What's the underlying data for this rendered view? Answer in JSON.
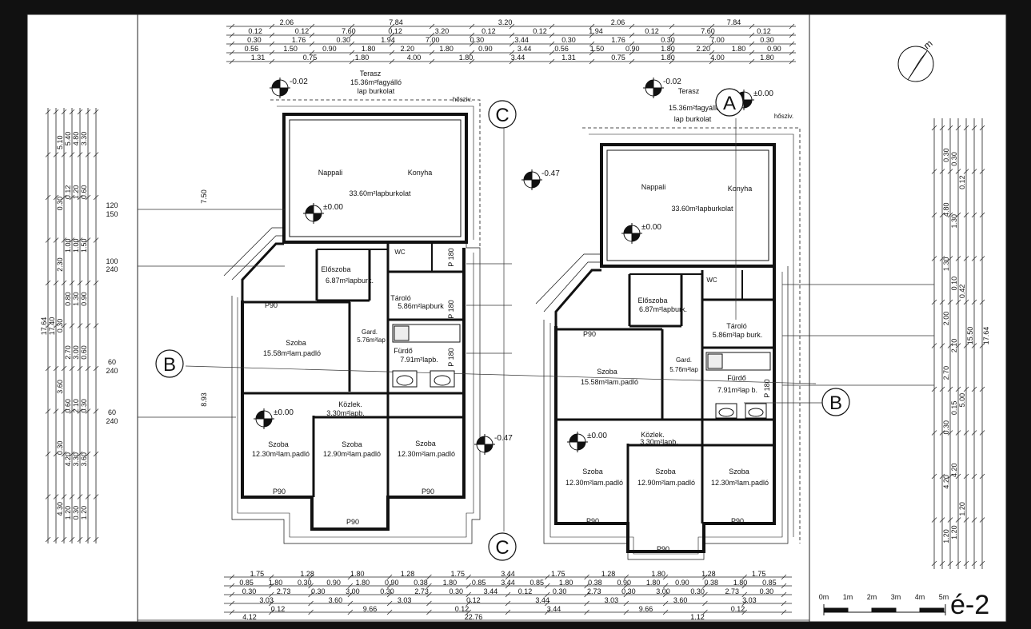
{
  "sheet": {
    "code": "é-2"
  },
  "compass": {
    "letter": "m"
  },
  "scale": [
    "0m",
    "1m",
    "2m",
    "3m",
    "4m",
    "5m"
  ],
  "units": [
    {
      "id": "left",
      "rooms": [
        {
          "key": "terasz_name",
          "text": "Terasz"
        },
        {
          "key": "terasz_area",
          "text": "15.36m²fagyálló"
        },
        {
          "key": "terasz_mat",
          "text": "lap burkolat"
        },
        {
          "key": "nappali",
          "text": "Nappali"
        },
        {
          "key": "konyha",
          "text": "Konyha"
        },
        {
          "key": "nappali_area",
          "text": "33.60m²lapburkolat"
        },
        {
          "key": "eloszoba",
          "text": "Előszoba"
        },
        {
          "key": "eloszoba_area",
          "text": "6.87m²lapburk."
        },
        {
          "key": "wc",
          "text": "WC"
        },
        {
          "key": "taro",
          "text": "Tároló"
        },
        {
          "key": "taro_area",
          "text": "5.86m²lapburk"
        },
        {
          "key": "furdo",
          "text": "Fürdő"
        },
        {
          "key": "furdo_area",
          "text": "7.91m²lapb."
        },
        {
          "key": "gard",
          "text": "Gard."
        },
        {
          "key": "gard_area",
          "text": "5.76m²lap"
        },
        {
          "key": "szoba1",
          "text": "Szoba"
        },
        {
          "key": "szoba1_area",
          "text": "15.58m²lam.padló"
        },
        {
          "key": "kozlek",
          "text": "Közlek."
        },
        {
          "key": "kozlek_area",
          "text": "3.30m²lapb."
        },
        {
          "key": "szoba2",
          "text": "Szoba"
        },
        {
          "key": "szoba2_area",
          "text": "12.30m²lam.padló"
        },
        {
          "key": "szoba3",
          "text": "Szoba"
        },
        {
          "key": "szoba3_area",
          "text": "12.90m²lam.padló"
        },
        {
          "key": "szoba4",
          "text": "Szoba"
        },
        {
          "key": "szoba4_area",
          "text": "12.30m²lam.padló"
        },
        {
          "key": "hoszig",
          "text": "hősziv."
        }
      ],
      "levels": [
        "-0.02",
        "±0.00",
        "±0.00"
      ]
    },
    {
      "id": "right",
      "rooms": [
        {
          "key": "terasz_name",
          "text": "Terasz"
        },
        {
          "key": "terasz_area",
          "text": "15.36m²fagyálló"
        },
        {
          "key": "terasz_mat",
          "text": "lap burkolat"
        },
        {
          "key": "nappali",
          "text": "Nappali"
        },
        {
          "key": "konyha",
          "text": "Konyha"
        },
        {
          "key": "nappali_area",
          "text": "33.60m²lapburkolat"
        },
        {
          "key": "eloszoba",
          "text": "Előszoba"
        },
        {
          "key": "eloszoba_area",
          "text": "6.87m²lapburk."
        },
        {
          "key": "wc",
          "text": "WC"
        },
        {
          "key": "taro",
          "text": "Tároló"
        },
        {
          "key": "taro_area",
          "text": "5.86m²lap burk."
        },
        {
          "key": "furdo",
          "text": "Fürdő"
        },
        {
          "key": "furdo_area",
          "text": "7.91m²lap b."
        },
        {
          "key": "gard",
          "text": "Gard."
        },
        {
          "key": "gard_area",
          "text": "5.76m²lap"
        },
        {
          "key": "szoba1",
          "text": "Szoba"
        },
        {
          "key": "szoba1_area",
          "text": "15.58m²lam.padló"
        },
        {
          "key": "kozlek",
          "text": "Közlek."
        },
        {
          "key": "kozlek_area",
          "text": "3.30m²lapb."
        },
        {
          "key": "szoba2",
          "text": "Szoba"
        },
        {
          "key": "szoba2_area",
          "text": "12.30m²lam.padló"
        },
        {
          "key": "szoba3",
          "text": "Szoba"
        },
        {
          "key": "szoba3_area",
          "text": "12.90m²lam.padló"
        },
        {
          "key": "szoba4",
          "text": "Szoba"
        },
        {
          "key": "szoba4_area",
          "text": "12.30m²lam.padló"
        },
        {
          "key": "hoszig",
          "text": "hősziv."
        }
      ],
      "levels": [
        "-0.02",
        "±0.00",
        "±0.00",
        "±0.00"
      ]
    }
  ],
  "site_levels": [
    "-0.47",
    "-0.47"
  ],
  "section_marks": [
    "A",
    "B",
    "B",
    "C",
    "C"
  ],
  "top_dims": {
    "row1_left": [
      "2.06",
      "7.84",
      "3.20"
    ],
    "row1_right": [
      "2.06",
      "7.84"
    ],
    "row2_left": [
      "0.12",
      "0.12",
      "7.60",
      "0.12",
      "3.20",
      "0.12"
    ],
    "row2_right": [
      "0.12",
      "1.94",
      "0.12",
      "7.60",
      "0.12"
    ],
    "row3_left": [
      "0.30",
      "1.76",
      "0.30",
      "1.94",
      "7.00",
      "0.30",
      "3.44"
    ],
    "row3_right": [
      "0.30",
      "1.76",
      "0.30",
      "7.00",
      "0.30"
    ],
    "row4_left": [
      "0.56",
      "1.50",
      "0.90",
      "1.80",
      "2.20",
      "1.80",
      "0.90",
      "3.44"
    ],
    "row4_right": [
      "0.56",
      "1.50",
      "0.90",
      "1.80",
      "2.20",
      "1.80",
      "0.90"
    ],
    "row5_left": [
      "1.31",
      "0.75",
      "1.80",
      "4.00",
      "1.80",
      "3.44"
    ],
    "row5_right": [
      "1.31",
      "0.75",
      "1.80",
      "4.00",
      "1.80"
    ]
  },
  "bottom_dims": {
    "row1": [
      "1.75",
      "1.28",
      "1.80",
      "1.28",
      "1.75",
      "3.44",
      "1.75",
      "1.28",
      "1.80",
      "1.28",
      "1.75"
    ],
    "row2": [
      "0.85",
      "1.80",
      "0.30",
      "0.90",
      "1.80",
      "0.90",
      "0.38",
      "1.80",
      "0.85",
      "3.44",
      "0.85",
      "1.80",
      "0.38",
      "0.90",
      "1.80",
      "0.90",
      "0.38",
      "1.80",
      "0.85"
    ],
    "row3": [
      "0.30",
      "2.73",
      "0.30",
      "3.00",
      "0.30",
      "2.73",
      "0.30",
      "3.44",
      "0.12",
      "0.30",
      "2.73",
      "0.30",
      "3.00",
      "0.30",
      "2.73",
      "0.30"
    ],
    "row4": [
      "3.03",
      "3.60",
      "3.03",
      "0.12",
      "3.44",
      "3.03",
      "3.60",
      "3.03"
    ],
    "row5": [
      "0.12",
      "9.66",
      "0.12",
      "3.44",
      "9.66",
      "0.12"
    ],
    "row6": [
      "4.12",
      "22.76",
      "1.12"
    ]
  },
  "left_dims": {
    "outer": "17.64",
    "second": "17.40",
    "v3": [
      "5.10",
      "0.30",
      "2.30",
      "0.30",
      "3.60",
      "0.30",
      "4.30"
    ],
    "v4": [
      "5.40",
      "0.12",
      "1.00",
      "0.80",
      "2.70",
      "0.60",
      "4.20",
      "1.20"
    ],
    "v5": [
      "4.80",
      "1.20",
      "1.00",
      "1.30",
      "3.00",
      "2.10",
      "3.30",
      "0.30"
    ],
    "v6": [
      "3.30",
      "0.60",
      "1.50",
      "0.90",
      "0.60",
      "0.30",
      "3.60",
      "1.20"
    ],
    "door1": [
      "120",
      "150"
    ],
    "door2": [
      "100",
      "240"
    ],
    "door3": [
      "60",
      "240"
    ],
    "door4": [
      "60",
      "240"
    ],
    "height1": "7.50",
    "height2": "8.93"
  },
  "right_dims": {
    "outer": "17.64",
    "second": "15.50",
    "v3": [
      "0.30",
      "4.80",
      "1.30",
      "2.00",
      "2.70",
      "0.30",
      "4.20",
      "1.20"
    ],
    "v4": [
      "0.30",
      "1.30",
      "0.10",
      "2.10",
      "0.15",
      "4.20",
      "1.20"
    ],
    "v5": [
      "0.12",
      "0.42",
      "5.00",
      "1.20"
    ]
  },
  "openings": [
    "P90",
    "P90",
    "P90",
    "P90",
    "P90",
    "P90",
    "P90",
    "P90",
    "P 180",
    "P 180",
    "P 180",
    "P 180"
  ]
}
